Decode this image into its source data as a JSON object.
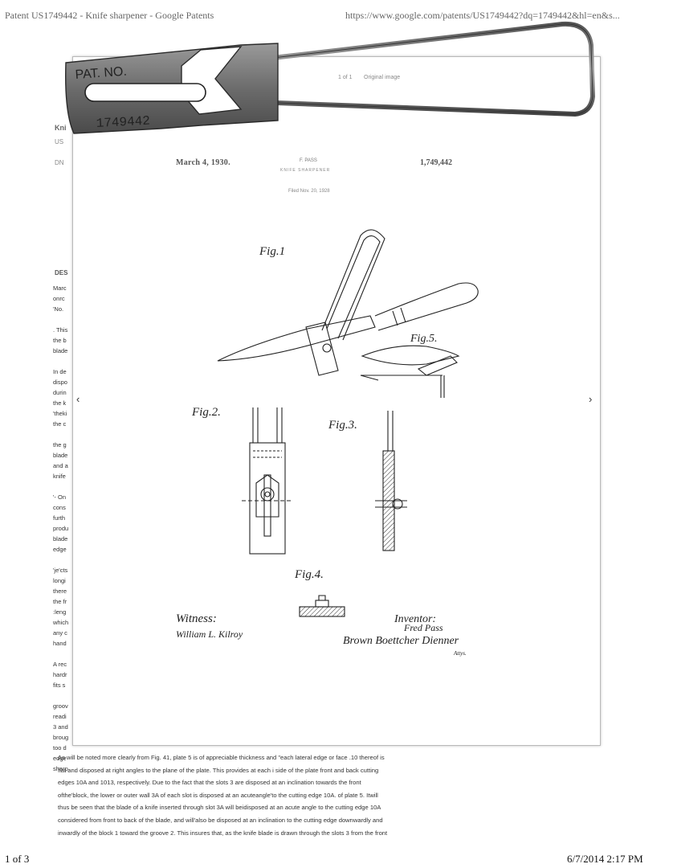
{
  "browser": {
    "page_title": "Patent US1749442 - Knife sharpener - Google Patents",
    "url": "https://www.google.com/patents/US1749442?dq=1749442&hl=en&s..."
  },
  "viewer": {
    "tab_left": "1 of 1",
    "tab_right": "Original image",
    "prev_label": "‹",
    "next_label": "›"
  },
  "left_page": {
    "title_fragment": "Kni",
    "number_fragment": "US",
    "pub_fragment": "DN",
    "section_heading": "DES",
    "text_fragments": [
      "Marc",
      "onrc",
      "'No.",
      "",
      ". This",
      "the b",
      "blade",
      "",
      "In de",
      "dispo",
      "durin",
      "the k",
      "'theki",
      "the c",
      "",
      "the g",
      "blade",
      "and a",
      "knife",
      "",
      "'- On",
      "cons",
      "furth",
      "produ",
      "blade",
      "edge",
      "",
      "'je'cts",
      "longi",
      "there",
      "the fr",
      ":leng",
      "which",
      "any c",
      "hand",
      "",
      "A rec",
      "hardr",
      "fits s",
      "",
      "groov",
      "readi",
      "3 and",
      "broug",
      "too d",
      "edge",
      "sharp"
    ]
  },
  "patent_sheet": {
    "date": "March 4, 1930.",
    "inventor_small": "F. PASS",
    "title_small": "KNIFE SHARPENER",
    "filed_small": "Filed Nov. 20, 1928",
    "number": "1,749,442",
    "fig_labels": [
      "Fig.1",
      "Fig.5.",
      "Fig.2.",
      "Fig.3.",
      "Fig.4."
    ],
    "witness_label": "Witness:",
    "witness_name": "William L. Kilroy",
    "inventor_label": "Inventor:",
    "inventor_name": "Fred Pass",
    "attorney_name": "Brown Boettcher Dienner",
    "attorney_suffix": "Attys."
  },
  "bottom_text": [
    "As will be noted more clearly from Fig. 41, plate 5 is of appreciable thickness and \"each lateral edge or face .10 thereof is",
    "flat and disposed at right angles to the plane of the plate. This provides at each i side of the plate front and back cutting",
    "edges 10A and 1013, respectively. Due to the fact that the slots 3 are disposed at an inclination towards the front",
    "ofthe'block, the lower or outer wall 3A of each slot is disposed at an acuteangle'to the cutting edge 10A. of plate 5. Itwill",
    "thus be seen that the blade of a knife inserted through slot 3A will beidisposed at an acute angle to the cutting edge 10A",
    "considered from front to back of the blade, and will'also be disposed at an inclination to the cutting edge downwardly and",
    "inwardly of the block 1 toward the groove 2. This insures that, as the knife blade is drawn through the slots 3 from the front"
  ],
  "photo_object": {
    "stamp_line1": "PAT. NO.",
    "stamp_line2": "1749442"
  },
  "footer": {
    "page_count": "1 of 3",
    "timestamp": "6/7/2014 2:17 PM"
  }
}
